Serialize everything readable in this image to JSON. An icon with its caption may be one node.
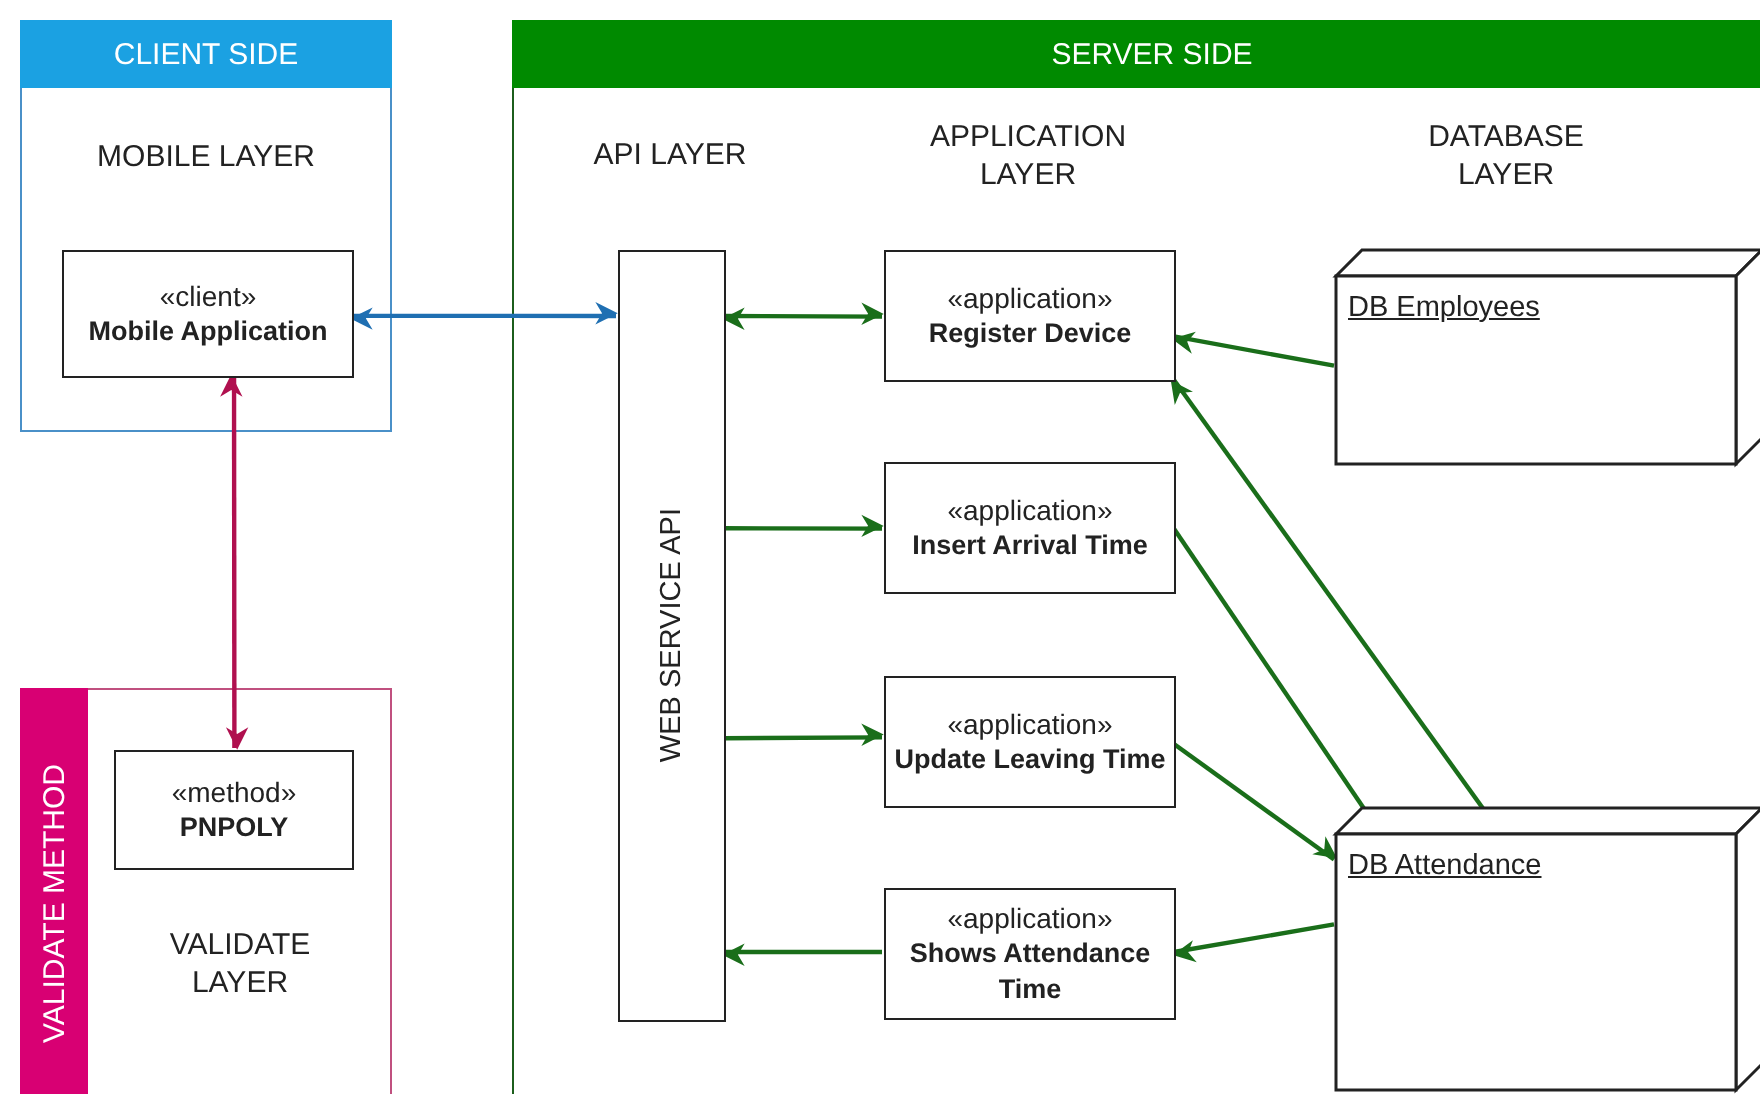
{
  "diagram": {
    "nodes": [
      {
        "text": [
          "CLIENT SIDE",
          "MOBILE LAYER"
        ]
      },
      {
        "text": [
          "«client»",
          "Mobile Application"
        ],
        "in": 0
      },
      {
        "text": [
          "VALIDATE METHOD",
          "VALIDATE LAYER"
        ]
      },
      {
        "text": [
          "«method»",
          "PNPOLY"
        ],
        "in": 2
      },
      {
        "text": [
          "SERVER SIDE"
        ]
      },
      {
        "text": [
          "WEB SERVICE API"
        ],
        "in": 4
      },
      {
        "text": [
          "«application»",
          "Register Device"
        ],
        "in": 4
      },
      {
        "text": [
          "«application»",
          "Insert Arrival Time"
        ],
        "in": 4
      },
      {
        "text": [
          "«application»",
          "Update Leaving Time"
        ],
        "in": 4
      },
      {
        "text": [
          "«application»",
          "Shows Attendance Time"
        ],
        "in": 4
      },
      {
        "text": [
          "DB Employees"
        ],
        "in": 4
      },
      {
        "text": [
          "DB Attendance"
        ],
        "in": 4
      }
    ],
    "edges": [
      {
        "from": 1,
        "to": 5,
        "arrow": "both",
        "color": "#1f6fb2"
      },
      {
        "from": 1,
        "to": 3,
        "arrow": "both",
        "color": "#b0104f"
      },
      {
        "from": 5,
        "to": 6,
        "arrow": "both"
      },
      {
        "from": 5,
        "to": 7,
        "arrow": "to"
      },
      {
        "from": 5,
        "to": 8,
        "arrow": "to"
      },
      {
        "from": 9,
        "to": 5,
        "arrow": "to"
      },
      {
        "from": 10,
        "to": 6,
        "arrow": "to"
      },
      {
        "from": 6,
        "to": 11,
        "arrow": "both"
      },
      {
        "from": 7,
        "to": 11,
        "arrow": "to"
      },
      {
        "from": 8,
        "to": 11,
        "arrow": "to"
      },
      {
        "from": 11,
        "to": 9,
        "arrow": "to"
      }
    ],
    "labels": [
      "API LAYER",
      "APPLICATION LAYER",
      "DATABASE LAYER"
    ]
  }
}
